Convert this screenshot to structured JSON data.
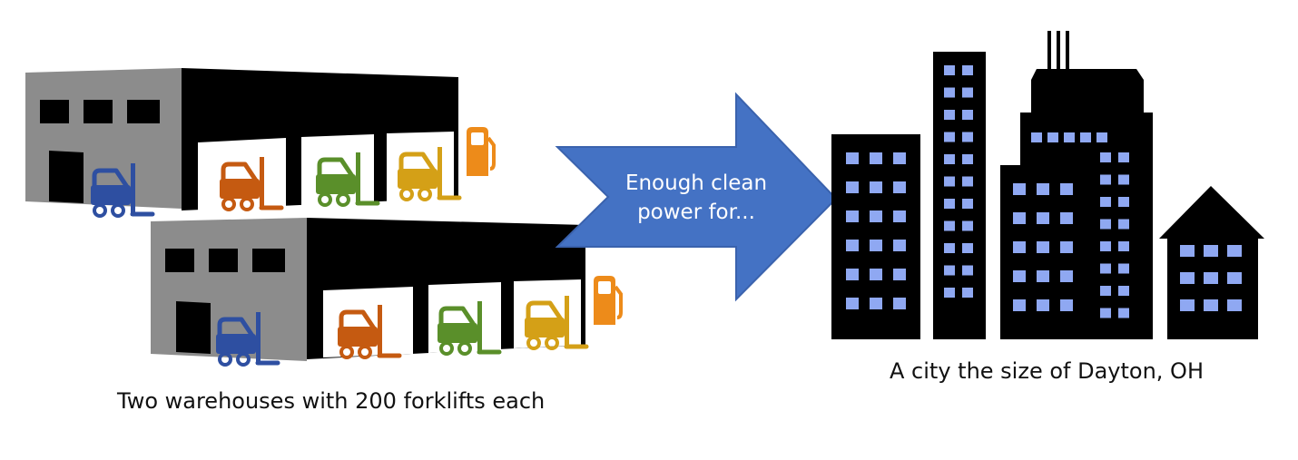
{
  "arrow": {
    "line1": "Enough clean",
    "line2": "power for..."
  },
  "captions": {
    "warehouses": "Two warehouses with 200 forklifts each",
    "city": "A city the size of Dayton, OH"
  },
  "colors": {
    "warehouse_gray": "#8c8c8c",
    "warehouse_black": "#000000",
    "forklift_blue": "#2e4fa1",
    "forklift_orange": "#c55a11",
    "forklift_green": "#5a8f2a",
    "forklift_gold": "#d4a017",
    "fuel_pump": "#ed8b1a",
    "arrow": "#4472c4",
    "window": "#8fa8f2"
  },
  "icons": [
    "warehouse-icon",
    "forklift-icon",
    "fuel-pump-icon",
    "city-skyline-icon",
    "house-icon"
  ]
}
